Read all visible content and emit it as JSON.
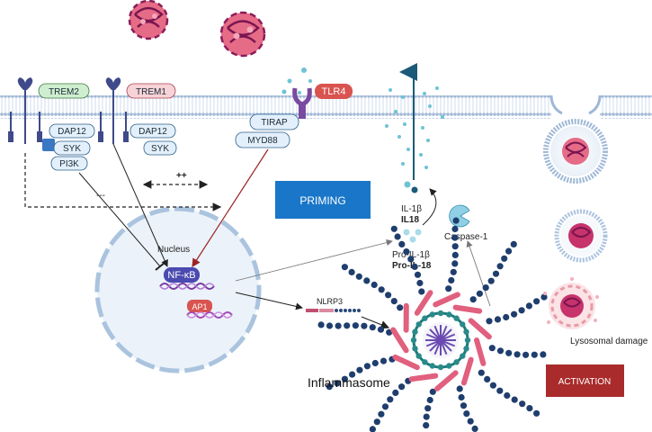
{
  "receptors": {
    "trem2": "TREM2",
    "trem1": "TREM1",
    "tlr4": "TLR4"
  },
  "adaptors": {
    "dap12_left": "DAP12",
    "syk_left": "SYK",
    "pi3k": "PI3K",
    "dap12_right": "DAP12",
    "syk_right": "SYK",
    "tirap": "TIRAP",
    "myd88": "MYD88"
  },
  "signs": {
    "minus": "---",
    "plus": "++"
  },
  "nucleus": {
    "label": "Nucleus",
    "nfkb": "NF-κB",
    "ap1": "AP1"
  },
  "boxes": {
    "priming": "PRIMING",
    "activation": "ACTIVATION"
  },
  "cytokines": {
    "il1b": "IL-1β",
    "il18": "IL18",
    "pro_il1b": "Pro-IL-1β",
    "pro_il18": "Pro-IL-18",
    "caspase": "Caspase-1"
  },
  "nlrp3": "NLRP3",
  "inflammasome": "Inflammasome",
  "lysosomal": "Lysosomal damage",
  "colors": {
    "membrane": "#9fb8d6",
    "receptor": "#3f4a8a",
    "trem2_fill": "#cfeecf",
    "trem1_fill": "#f7d2d6",
    "tlr4_fill": "#d9534f",
    "adaptor_fill": "#e3f0fb",
    "priming": "#1976c8",
    "activation": "#a92b2b",
    "cytokine": "#6dc3d6",
    "aggregate": "#d9415f"
  }
}
